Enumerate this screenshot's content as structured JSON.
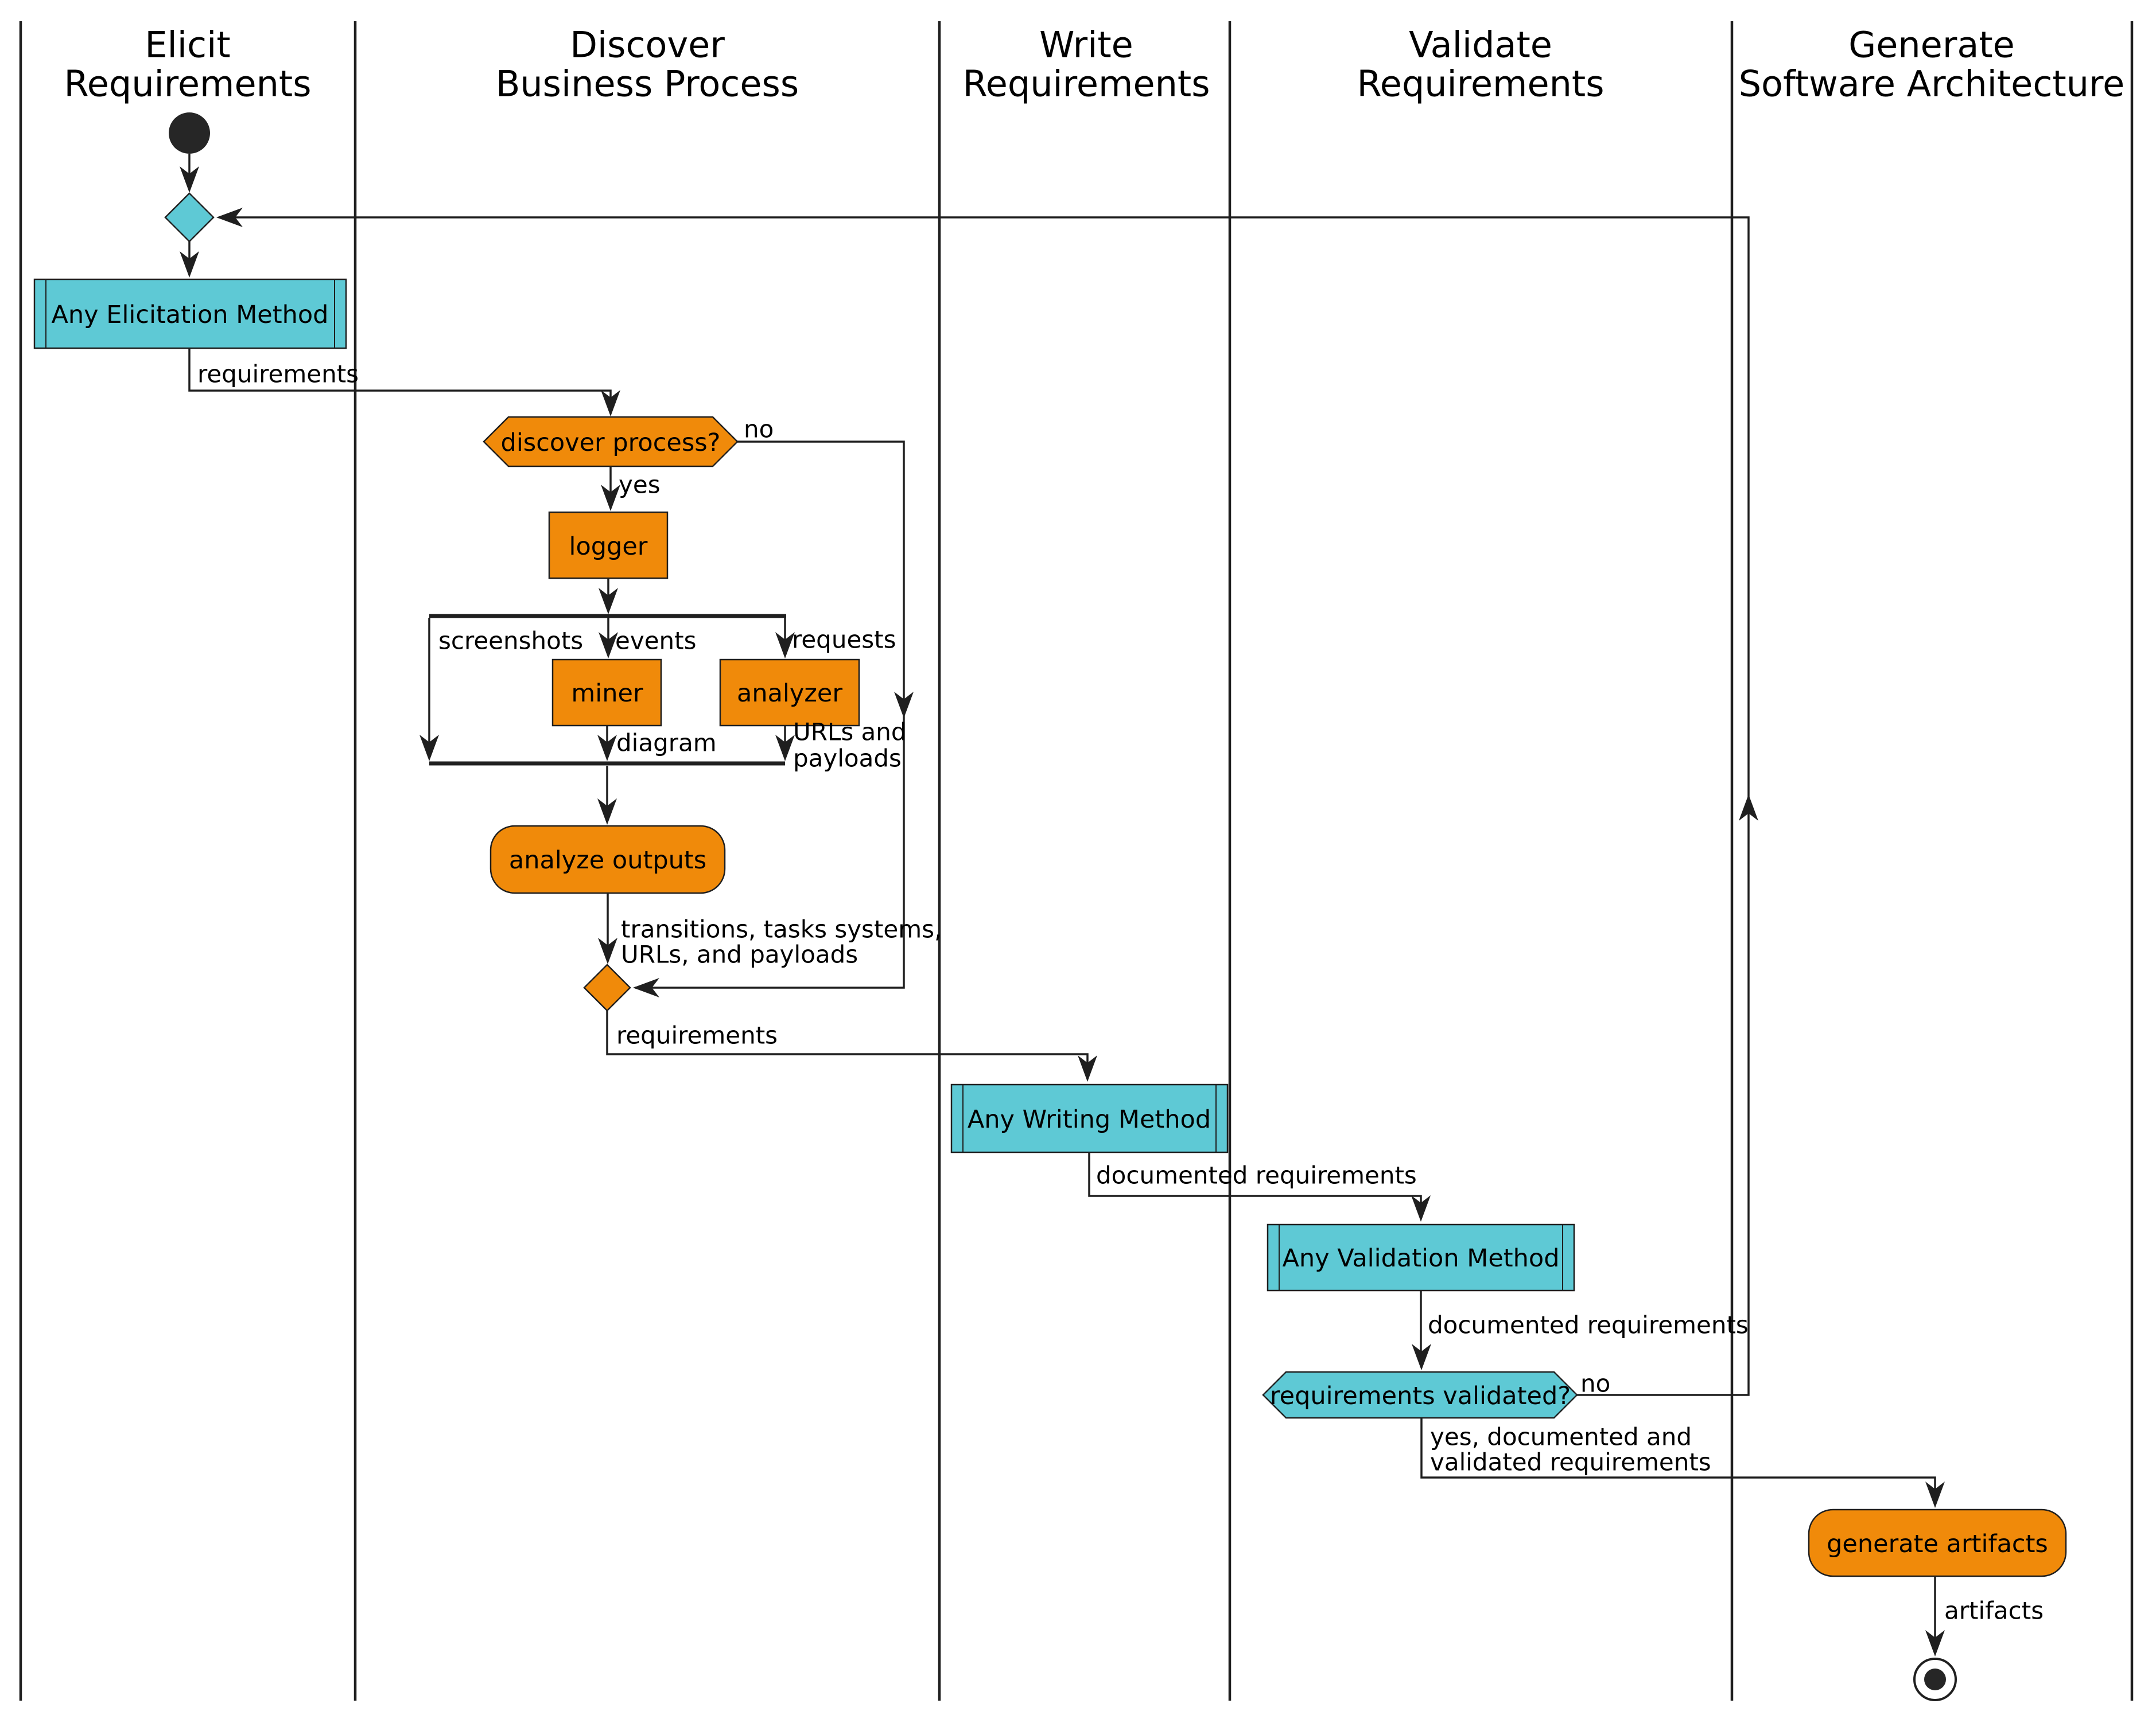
{
  "colors": {
    "activity": "#F08A0A",
    "method": "#5EC9D5",
    "line": "#1F1F1F",
    "node_dark": "#262626",
    "background": "#FFFFFF"
  },
  "lanes": [
    {
      "line1": "Elicit",
      "line2": "Requirements"
    },
    {
      "line1": "Discover",
      "line2": "Business Process"
    },
    {
      "line1": "Write",
      "line2": "Requirements"
    },
    {
      "line1": "Validate",
      "line2": "Requirements"
    },
    {
      "line1": "Generate",
      "line2": "Software Architecture"
    }
  ],
  "nodes": {
    "elicitation": "Any Elicitation Method",
    "discover_decision": "discover process?",
    "logger": "logger",
    "miner": "miner",
    "analyzer": "analyzer",
    "analyze_outputs": "analyze outputs",
    "writing": "Any Writing Method",
    "validation": "Any Validation Method",
    "validated_decision": "requirements validated?",
    "generate": "generate artifacts"
  },
  "edge_labels": {
    "requirements1": "requirements",
    "no1": "no",
    "yes1": "yes",
    "screenshots": "screenshots",
    "events": "events",
    "requests": "requests",
    "diagram": "diagram",
    "urls_and": "URLs and",
    "payloads": "payloads",
    "transitions_line1": "transitions, tasks systems,",
    "transitions_line2": "URLs, and payloads",
    "requirements2": "requirements",
    "documented1": "documented requirements",
    "documented2": "documented requirements",
    "no2": "no",
    "yes2_line1": "yes, documented and",
    "yes2_line2": "validated requirements",
    "artifacts": "artifacts"
  }
}
